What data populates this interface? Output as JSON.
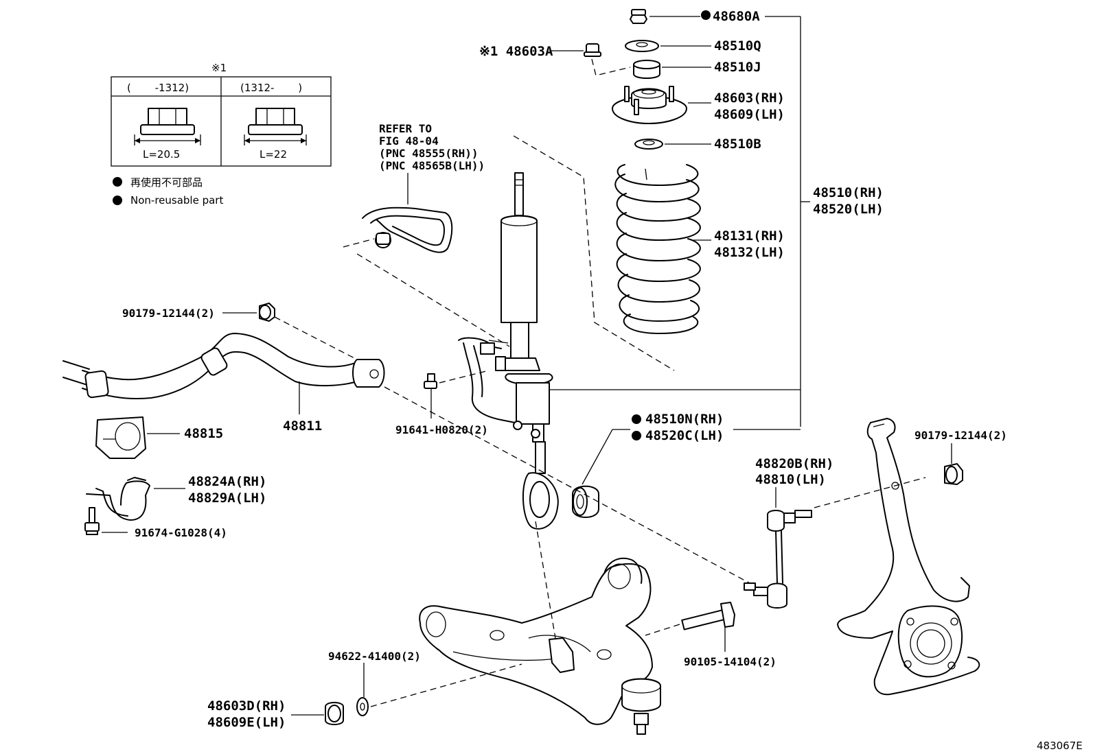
{
  "diagram_id": "483067E",
  "inset": {
    "marker": "※1",
    "col1_range": "(　　 -1312)",
    "col2_range": "(1312-　　 )",
    "col1_length": "L=20.5",
    "col2_length": "L=22"
  },
  "legend": {
    "jp": "再使用不可部品",
    "en": "Non-reusable part"
  },
  "refer": {
    "line1": "REFER TO",
    "line2": "FIG 48-04",
    "line3": "(PNC 48555(RH))",
    "line4": "(PNC 48565B(LH))"
  },
  "labels": {
    "p48680A": "48680A",
    "p48603A": "※1 48603A",
    "p48510Q": "48510Q",
    "p48510J": "48510J",
    "p48603rh": "48603(RH)",
    "p48609lh": "48609(LH)",
    "p48510B": "48510B",
    "p48510rh": "48510(RH)",
    "p48520lh": "48520(LH)",
    "p48131rh": "48131(RH)",
    "p48132lh": "48132(LH)",
    "p90179a": "90179-12144(2)",
    "p48811": "48811",
    "p48815": "48815",
    "p91641": "91641-H0820(2)",
    "p48510N": "48510N(RH)",
    "p48520C": "48520C(LH)",
    "p48824A": "48824A(RH)",
    "p48829A": "48829A(LH)",
    "p91674": "91674-G1028(4)",
    "p90179b": "90179-12144(2)",
    "p48820B": "48820B(RH)",
    "p48810": "48810(LH)",
    "p94622": "94622-41400(2)",
    "p90105": "90105-14104(2)",
    "p48603D": "48603D(RH)",
    "p48609E": "48609E(LH)"
  }
}
